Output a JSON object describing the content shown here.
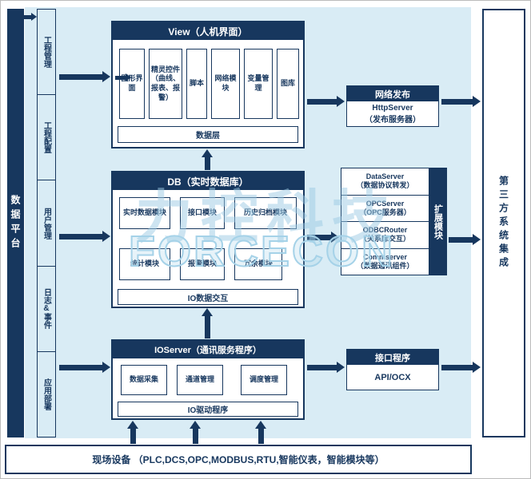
{
  "colors": {
    "navy": "#17375E",
    "panel": "#D9ECF5",
    "watermark": "#9CCBE4"
  },
  "left_bar": {
    "label": "数据平台"
  },
  "left_menu": {
    "items": [
      {
        "label": "工程管理"
      },
      {
        "label": "工程配置"
      },
      {
        "label": "用户管理"
      },
      {
        "label": "日志&事件"
      },
      {
        "label": "应用部署"
      }
    ]
  },
  "view": {
    "title": "View（人机界面）",
    "modules": [
      "图形界面",
      "精灵控件（曲线、报表、报警）",
      "脚本",
      "网络模块",
      "变量管理",
      "图库"
    ],
    "footer": "数据层"
  },
  "db": {
    "title": "DB（实时数据库）",
    "row1": [
      "实时数据模块",
      "接口模块",
      "历史归档模块"
    ],
    "row2": [
      "统计模块",
      "报警模块",
      "冗余模块"
    ],
    "footer": "IO数据交互"
  },
  "ioserver": {
    "title": "IOServer（通讯服务程序）",
    "modules": [
      "数据采集",
      "通道管理",
      "调度管理"
    ],
    "footer": "IO驱动程序"
  },
  "publish": {
    "title": "网络发布",
    "body": "HttpServer\n（发布服务器）"
  },
  "extension": {
    "title": "扩展模块",
    "items": [
      "DataServer\n（数据协议转发）",
      "OPCServer\n（OPC服务器）",
      "ODBCRouter\n（关系库交互）",
      "Commserver\n（数据通讯组件）"
    ]
  },
  "interface": {
    "title": "接口程序",
    "body": "API/OCX"
  },
  "third_party": {
    "label": "第三方系统集成"
  },
  "field_devices": {
    "label": "现场设备 （PLC,DCS,OPC,MODBUS,RTU,智能仪表，智能模块等）"
  },
  "watermark": {
    "cn": "力控科技",
    "en": "FORCECON"
  }
}
